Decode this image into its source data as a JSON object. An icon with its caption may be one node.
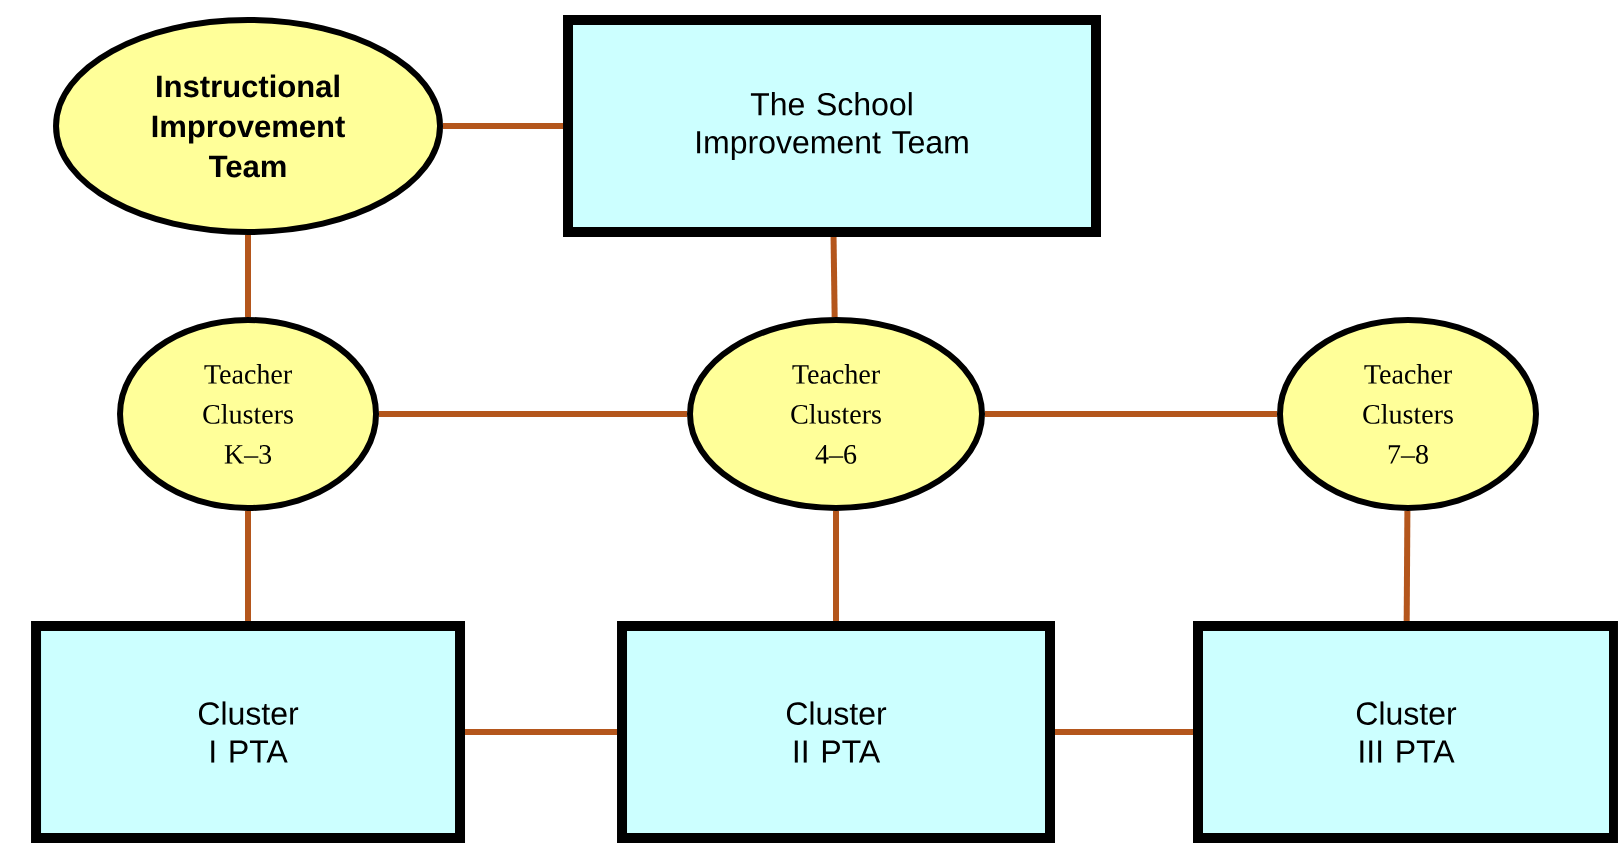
{
  "diagram": {
    "nodes": [
      {
        "text": [
          "Instructional Improvement Team"
        ]
      },
      {
        "text": [
          "The School Improvement Team"
        ]
      },
      {
        "text": [
          "Teacher Clusters K–3"
        ]
      },
      {
        "text": [
          "Teacher Clusters 4–6"
        ]
      },
      {
        "text": [
          "Teacher Clusters 7–8"
        ]
      },
      {
        "text": [
          "Cluster I PTA"
        ]
      },
      {
        "text": [
          "Cluster II PTA"
        ]
      },
      {
        "text": [
          "Cluster III PTA"
        ]
      }
    ],
    "edges": [
      {
        "from": 0,
        "to": 1,
        "arrow": "none"
      },
      {
        "from": 0,
        "to": 2,
        "arrow": "none"
      },
      {
        "from": 1,
        "to": 3,
        "arrow": "none"
      },
      {
        "from": 2,
        "to": 3,
        "arrow": "none"
      },
      {
        "from": 3,
        "to": 4,
        "arrow": "none"
      },
      {
        "from": 2,
        "to": 5,
        "arrow": "none"
      },
      {
        "from": 3,
        "to": 6,
        "arrow": "none"
      },
      {
        "from": 4,
        "to": 7,
        "arrow": "none"
      },
      {
        "from": 5,
        "to": 6,
        "arrow": "none"
      },
      {
        "from": 6,
        "to": 7,
        "arrow": "none"
      }
    ]
  }
}
